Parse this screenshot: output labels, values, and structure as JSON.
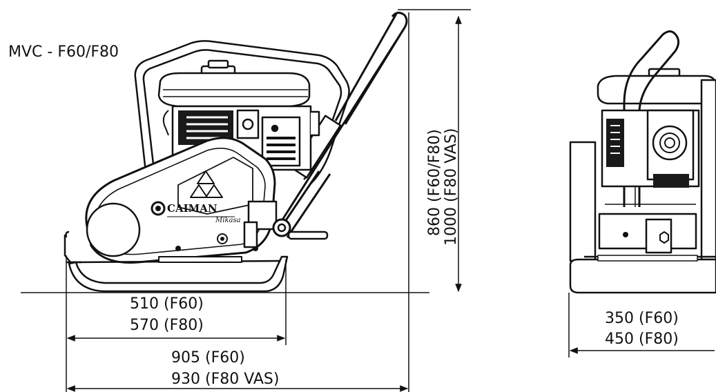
{
  "title": "MVC - F60/F80",
  "dimensions": {
    "height_line1": "860 (F60/F80)",
    "height_line2": "1000 (F80 VAS)",
    "plate_length_line1": "510 (F60)",
    "plate_length_line2": "570 (F80)",
    "overall_length_line1": "905 (F60)",
    "overall_length_line2": "930 (F80 VAS)",
    "plate_width_line1": "350 (F60)",
    "plate_width_line2": "450 (F80)"
  },
  "machine": {
    "brand_text": "CAIMAN",
    "maker_text": "Mikasa"
  },
  "colors": {
    "line": "#111111",
    "fill_dark": "#1a1a1a",
    "background": "#ffffff"
  }
}
